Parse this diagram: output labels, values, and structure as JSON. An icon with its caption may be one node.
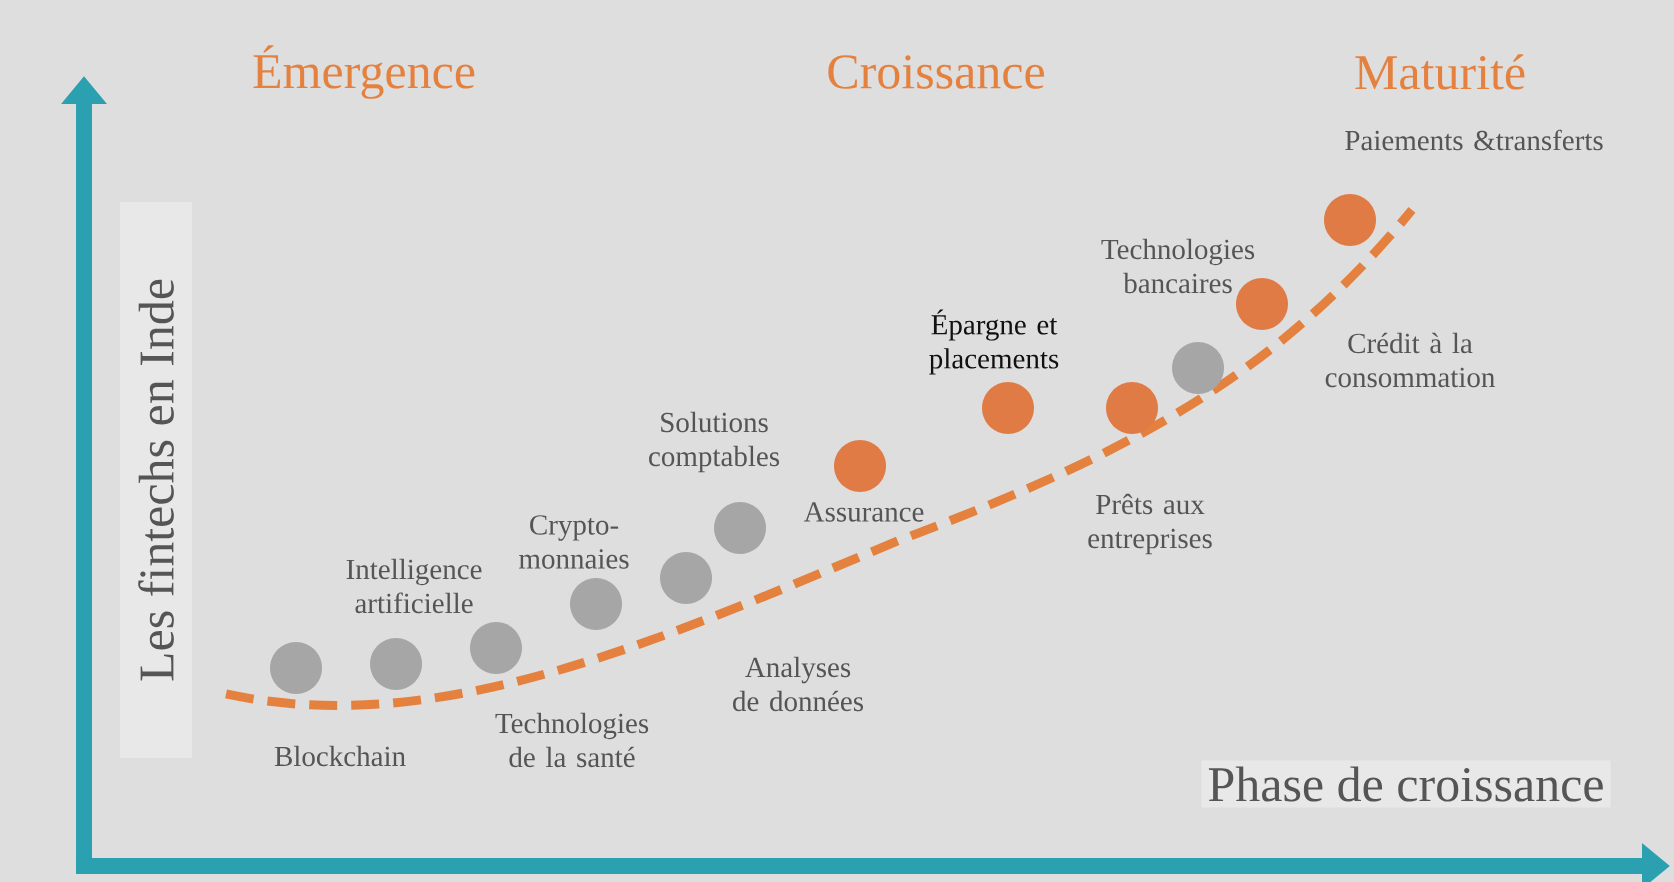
{
  "diagram": {
    "nodes": [
      {
        "text": [],
        "shape": "circle",
        "beside": [
          "Blockchain"
        ]
      },
      {
        "text": [],
        "shape": "circle",
        "beside": [
          "Intelligence artificielle"
        ]
      },
      {
        "text": [],
        "shape": "circle",
        "beside": [
          "Technologies de la santé"
        ]
      },
      {
        "text": [],
        "shape": "circle"
      },
      {
        "text": [],
        "shape": "circle",
        "beside": [
          "Analyses de données"
        ]
      },
      {
        "text": [],
        "shape": "circle",
        "beside": [
          "Solutions comptables"
        ]
      },
      {
        "text": [],
        "shape": "circle",
        "beside": [
          "Assurance"
        ]
      },
      {
        "text": [],
        "shape": "circle",
        "beside": [
          "Épargne et placements"
        ]
      },
      {
        "text": [],
        "shape": "circle",
        "beside": [
          "Prêts aux entreprises"
        ]
      },
      {
        "text": [],
        "shape": "circle"
      },
      {
        "text": [],
        "shape": "circle",
        "beside": [
          "Crédit à la consommation"
        ]
      },
      {
        "text": [],
        "shape": "circle",
        "beside": [
          "Paiements &transferts"
        ]
      }
    ],
    "labels": [
      "Émergence",
      "Croissance",
      "Maturité",
      "Technologies bancaires",
      "Les fintechs en Inde",
      "Crypto- monnaies",
      "Phase de croissance"
    ]
  }
}
